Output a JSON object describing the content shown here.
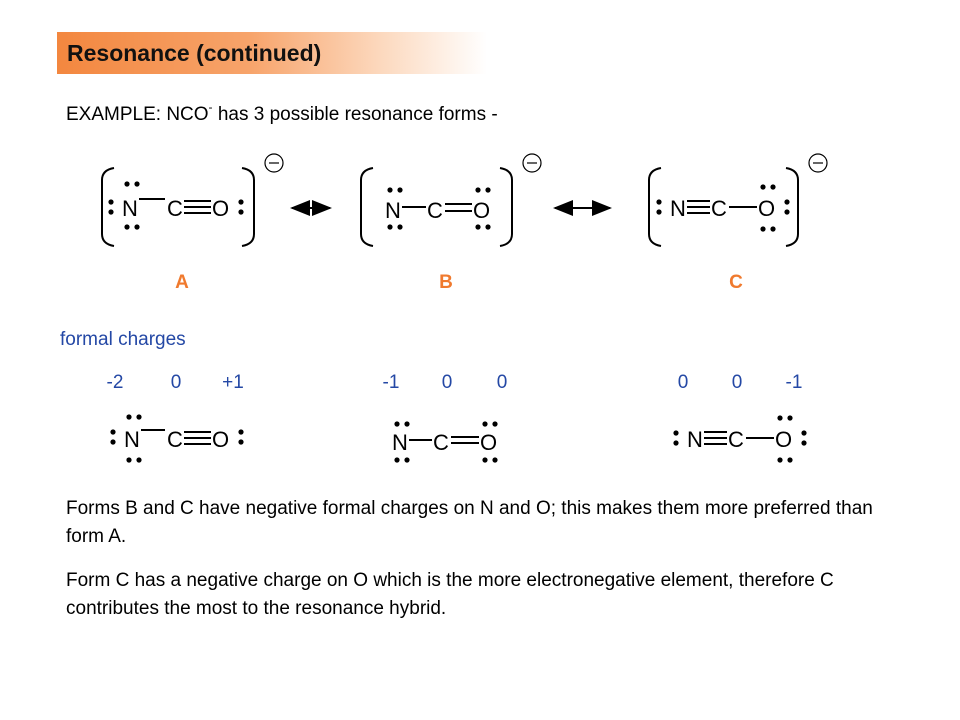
{
  "title": "Resonance (continued)",
  "example": {
    "prefix": "EXAMPLE:  NCO",
    "superscript": "-",
    "suffix": " has 3 possible resonance forms -"
  },
  "atoms": {
    "n": "N",
    "c": "C",
    "o": "O"
  },
  "forms": [
    {
      "label": "A",
      "charges": [
        "-2",
        "0",
        "+1"
      ]
    },
    {
      "label": "B",
      "charges": [
        "-1",
        "0",
        "0"
      ]
    },
    {
      "label": "C",
      "charges": [
        "0",
        "0",
        "-1"
      ]
    }
  ],
  "formal_charges_label": "formal charges",
  "paragraph_1": "Forms B and C have negative formal charges on N and O;  this makes them more preferred than form A.",
  "paragraph_2": "Form C has a negative charge on O which is the more electronegative element, therefore C contributes the most to the resonance hybrid.",
  "colors": {
    "label_orange": "#f07a2e",
    "charge_blue": "#2448a5",
    "title_orange": "#f3873f"
  }
}
